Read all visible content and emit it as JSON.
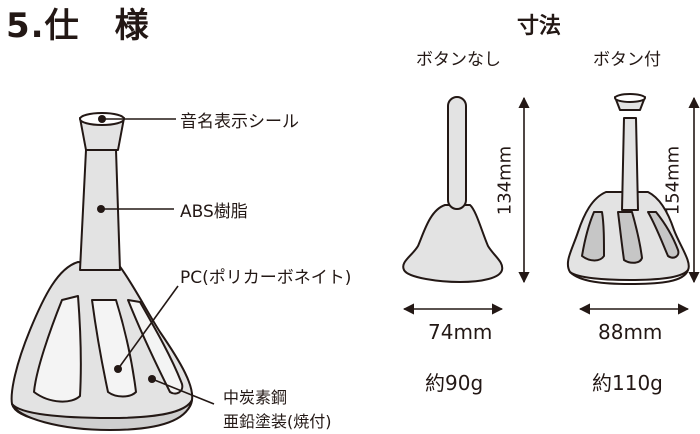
{
  "section_title": "5.仕　様",
  "dimensions_heading": "寸法",
  "variants": [
    {
      "name": "ボタンなし",
      "height": "134mm",
      "width": "74mm",
      "weight": "約90g"
    },
    {
      "name": "ボタン付",
      "height": "154mm",
      "width": "88mm",
      "weight": "約110g"
    }
  ],
  "parts": {
    "sticker": "音名表示シール",
    "abs": "ABS樹脂",
    "pc": "PC(ポリカーボネイト)",
    "steel": "中炭素鋼",
    "coating": "亜鉛塗装(焼付)"
  },
  "colors": {
    "ink": "#231815",
    "fill": "#e3e3e3",
    "dark": "#b9b9b9"
  }
}
